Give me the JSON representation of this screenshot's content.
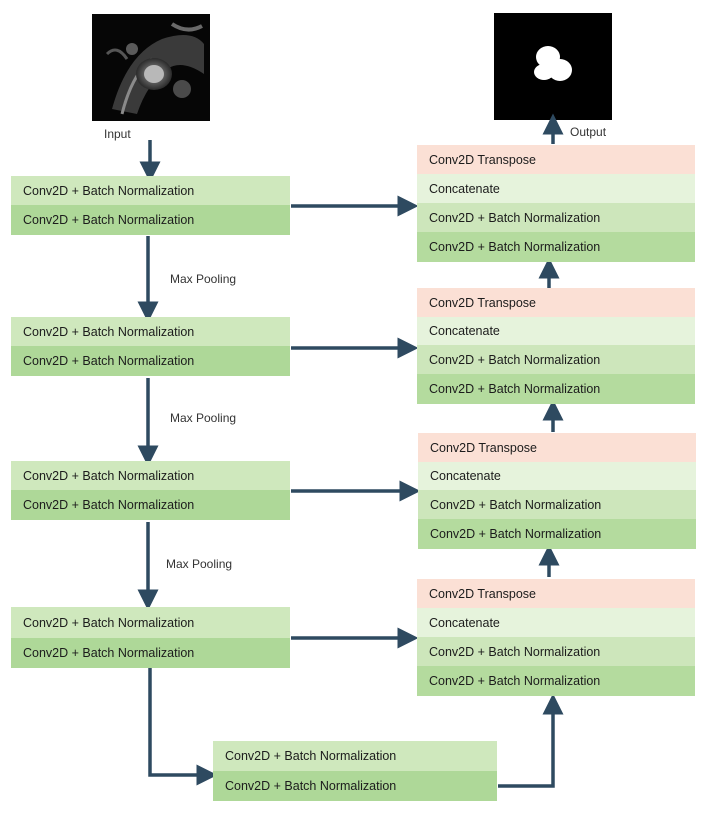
{
  "labels": {
    "input": "Input",
    "output": "Output",
    "max_pooling": "Max Pooling"
  },
  "encoder_blocks": [
    {
      "row1": "Conv2D + Batch Normalization",
      "row2": "Conv2D + Batch Normalization"
    },
    {
      "row1": "Conv2D + Batch Normalization",
      "row2": "Conv2D + Batch Normalization"
    },
    {
      "row1": "Conv2D + Batch Normalization",
      "row2": "Conv2D + Batch Normalization"
    },
    {
      "row1": "Conv2D + Batch Normalization",
      "row2": "Conv2D + Batch Normalization"
    }
  ],
  "bottleneck": {
    "row1": "Conv2D + Batch Normalization",
    "row2": "Conv2D + Batch Normalization"
  },
  "decoder_blocks": [
    {
      "row1": "Conv2D Transpose",
      "row2": "Concatenate",
      "row3": "Conv2D + Batch Normalization",
      "row4": "Conv2D + Batch Normalization"
    },
    {
      "row1": "Conv2D Transpose",
      "row2": "Concatenate",
      "row3": "Conv2D + Batch Normalization",
      "row4": "Conv2D + Batch Normalization"
    },
    {
      "row1": "Conv2D Transpose",
      "row2": "Concatenate",
      "row3": "Conv2D + Batch Normalization",
      "row4": "Conv2D + Batch Normalization"
    },
    {
      "row1": "Conv2D Transpose",
      "row2": "Concatenate",
      "row3": "Conv2D + Batch Normalization",
      "row4": "Conv2D + Batch Normalization"
    }
  ],
  "colors": {
    "arrow": "#2e4a60",
    "encoder_light": "#cfe8bd",
    "encoder_dark": "#aed898",
    "transpose": "#fbe0d5",
    "concatenate": "#e6f3dc"
  }
}
